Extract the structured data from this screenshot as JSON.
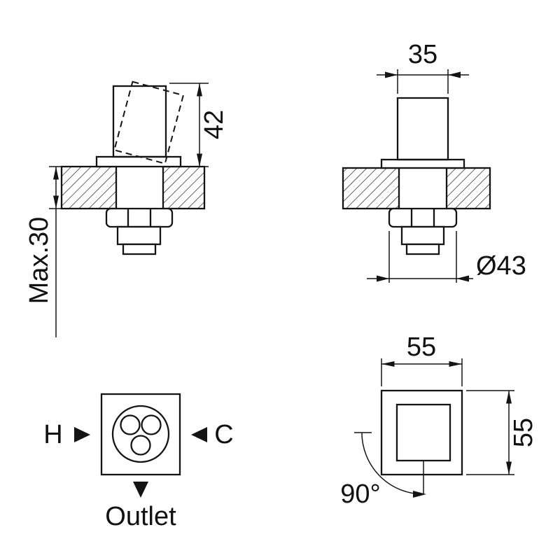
{
  "drawing": {
    "side_view": {
      "height_dim": "42",
      "max_thickness_dim": "Max.30"
    },
    "front_view": {
      "width_dim": "35",
      "diameter_dim": "Ø43"
    },
    "bottom_view": {
      "hot": "H",
      "cold": "C",
      "outlet": "Outlet"
    },
    "top_view": {
      "width_dim": "55",
      "height_dim": "55",
      "rotation_dim": "90°"
    }
  }
}
